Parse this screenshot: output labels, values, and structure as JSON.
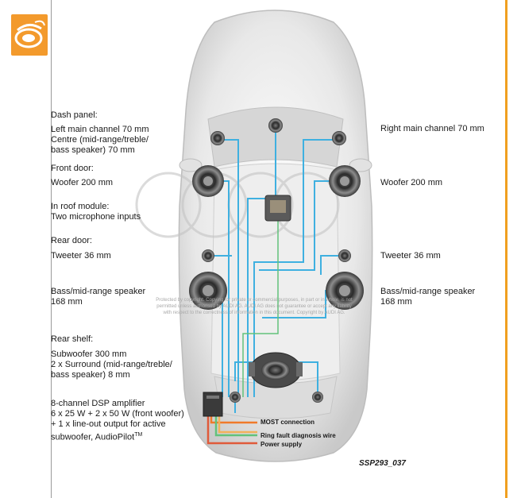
{
  "colors": {
    "accent": "#f39a2c",
    "wire_most": "#f07a2a",
    "wire_diag": "#62c27a",
    "wire_power": "#e05a3a",
    "wire_signal": "#3fb0e0"
  },
  "icons": {
    "logo": "speaker-icon"
  },
  "labels_left": {
    "dash_heading": "Dash panel:",
    "dash_left": "Left main channel 70 mm",
    "dash_centre_1": "Centre (mid-range/treble/",
    "dash_centre_2": "bass speaker) 70 mm",
    "front_door_heading": "Front door:",
    "front_door_woofer": "Woofer 200 mm",
    "roof_heading": "In roof module:",
    "roof_mics": "Two microphone inputs",
    "rear_door_heading": "Rear door:",
    "rear_tweeter": "Tweeter 36 mm",
    "rear_bass_1": "Bass/mid-range speaker",
    "rear_bass_2": "168 mm",
    "shelf_heading": "Rear shelf:",
    "shelf_sub": "Subwoofer 300 mm",
    "shelf_surround_1": "2 x Surround (mid-range/treble/",
    "shelf_surround_2": "bass speaker) 8 mm",
    "dsp_1": "8-channel DSP amplifier",
    "dsp_2": "6 x 25 W + 2 x 50 W (front woofer)",
    "dsp_3": "+ 1 x line-out output for active",
    "dsp_4": "subwoofer, AudioPilot",
    "dsp_tm": "TM"
  },
  "labels_right": {
    "right_main": "Right main channel 70 mm",
    "woofer": "Woofer 200 mm",
    "tweeter": "Tweeter 36 mm",
    "bass_1": "Bass/mid-range speaker",
    "bass_2": "168 mm"
  },
  "legend": {
    "most": "MOST connection",
    "ring": "Ring fault diagnosis wire",
    "power": "Power supply"
  },
  "figure_code": "SSP293_037",
  "watermark": {
    "line1": "Protected by copyright. Copying for private or commercial purposes, in part or in whole, is not",
    "line2": "permitted unless authorised by AUDI AG. AUDI AG does not guarantee or accept any liability",
    "line3": "with respect to the correctness of information in this document. Copyright by AUDI AG."
  }
}
